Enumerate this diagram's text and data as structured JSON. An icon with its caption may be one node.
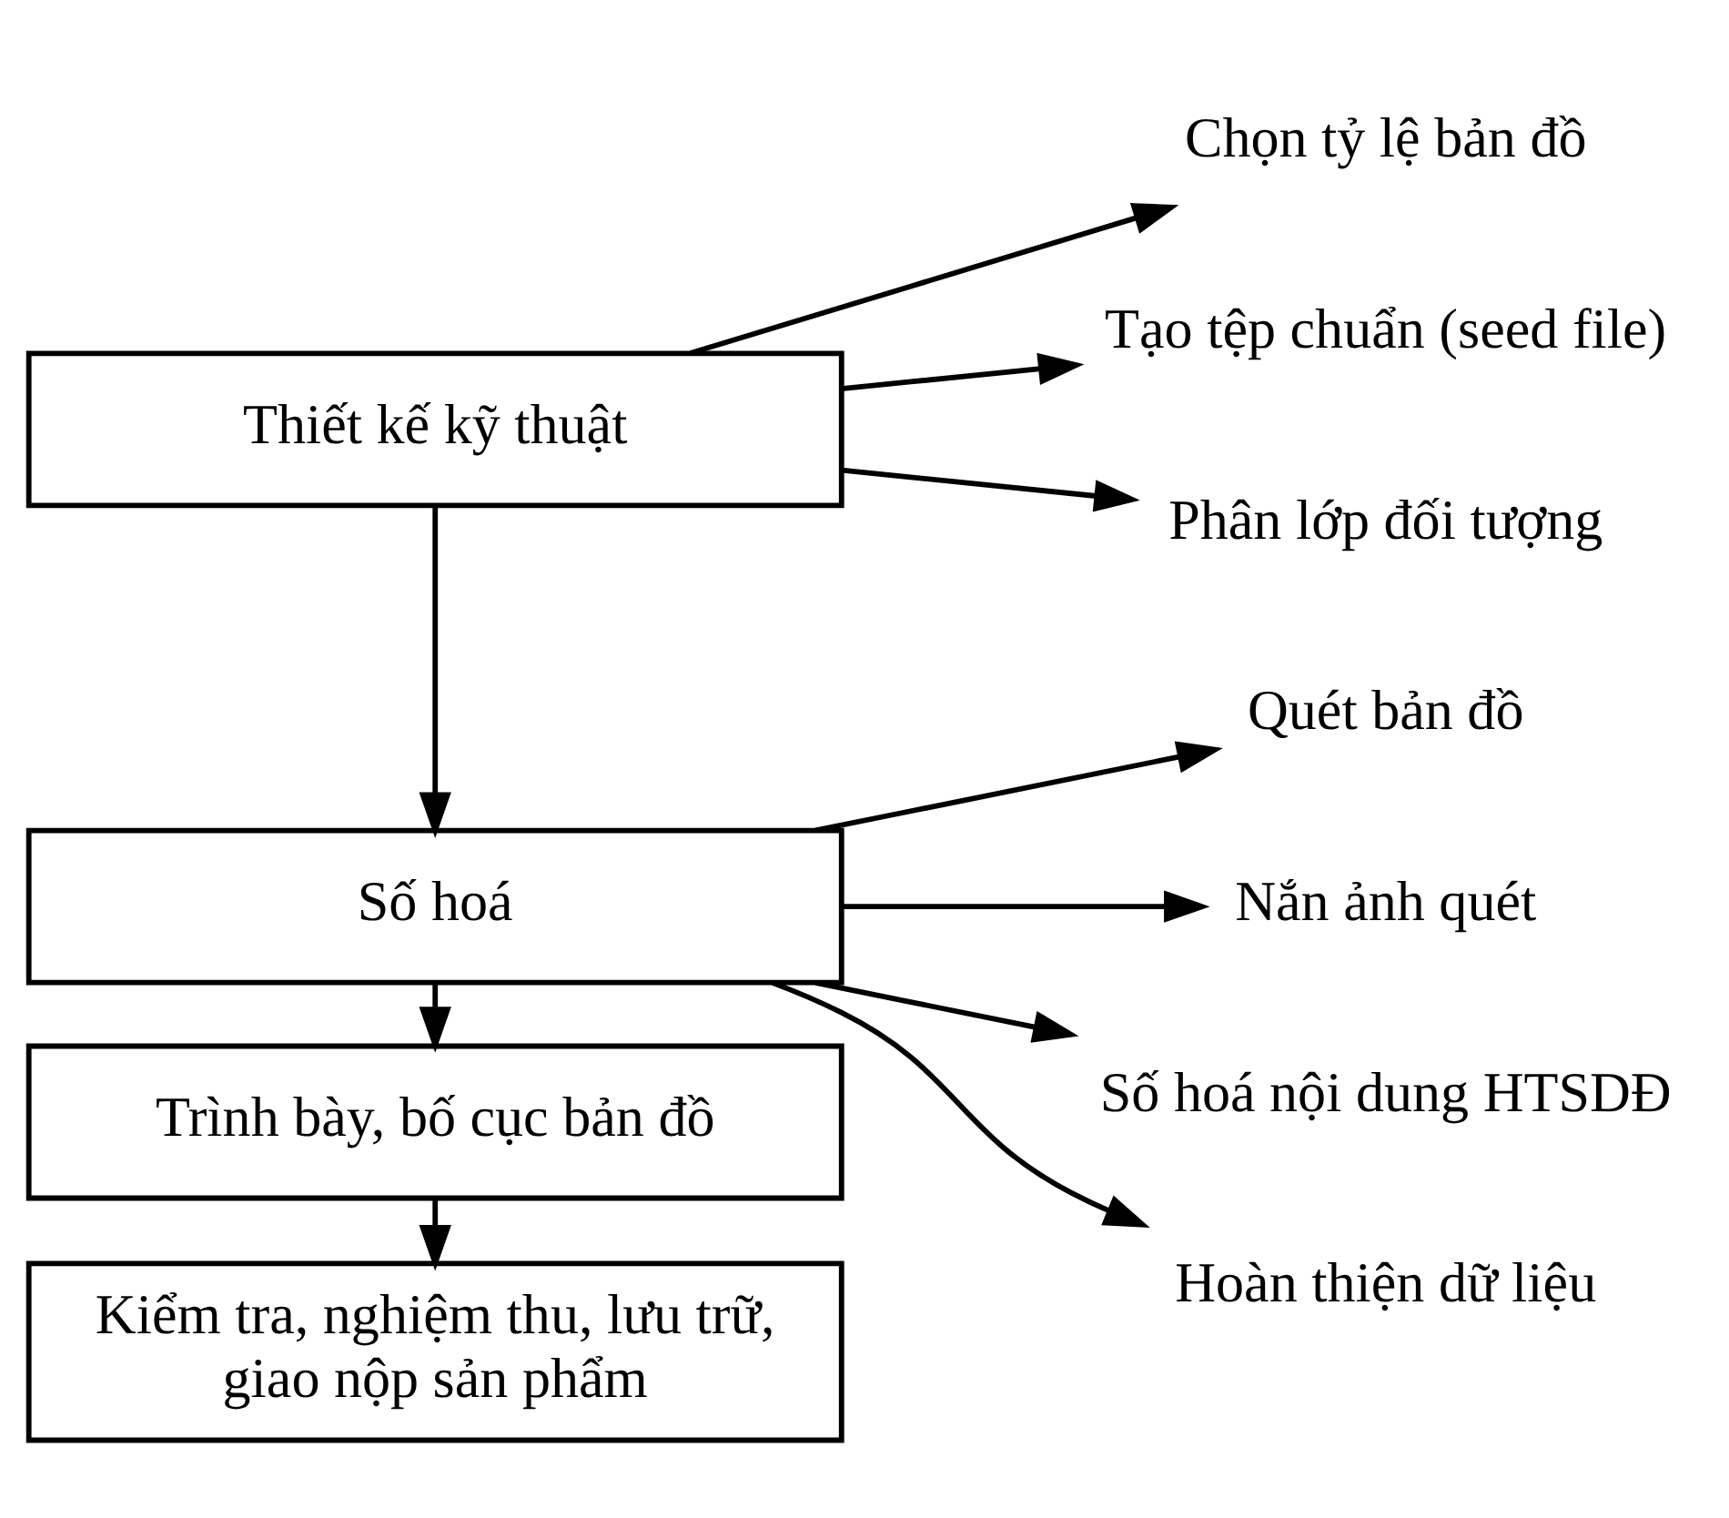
{
  "diagram": {
    "nodes": [
      {
        "text": [
          "Thiết kế kỹ thuật"
        ]
      },
      {
        "text": [
          "Chọn tỷ lệ bản đồ"
        ]
      },
      {
        "text": [
          "Tạo tệp chuẩn (seed file)"
        ]
      },
      {
        "text": [
          "Phân lớp đối tượng"
        ]
      },
      {
        "text": [
          "Số hoá"
        ]
      },
      {
        "text": [
          "Quét bản đồ"
        ]
      },
      {
        "text": [
          "Nắn ảnh quét"
        ]
      },
      {
        "text": [
          "Số hoá nội dung HTSDĐ"
        ]
      },
      {
        "text": [
          "Hoàn thiện dữ liệu"
        ]
      },
      {
        "text": [
          "Trình bày, bố cục bản đồ"
        ]
      },
      {
        "text": [
          "Kiểm tra, nghiệm thu, lưu trữ, giao nộp sản phẩm"
        ]
      }
    ],
    "edges": [
      {
        "from": 0,
        "to": 1,
        "arrow": "to"
      },
      {
        "from": 0,
        "to": 2,
        "arrow": "to"
      },
      {
        "from": 0,
        "to": 3,
        "arrow": "to"
      },
      {
        "from": 0,
        "to": 4,
        "arrow": "to"
      },
      {
        "from": 4,
        "to": 5,
        "arrow": "to"
      },
      {
        "from": 4,
        "to": 6,
        "arrow": "to"
      },
      {
        "from": 4,
        "to": 7,
        "arrow": "to"
      },
      {
        "from": 4,
        "to": 8,
        "arrow": "to"
      },
      {
        "from": 4,
        "to": 9,
        "arrow": "to"
      },
      {
        "from": 9,
        "to": 10,
        "arrow": "to"
      }
    ]
  }
}
